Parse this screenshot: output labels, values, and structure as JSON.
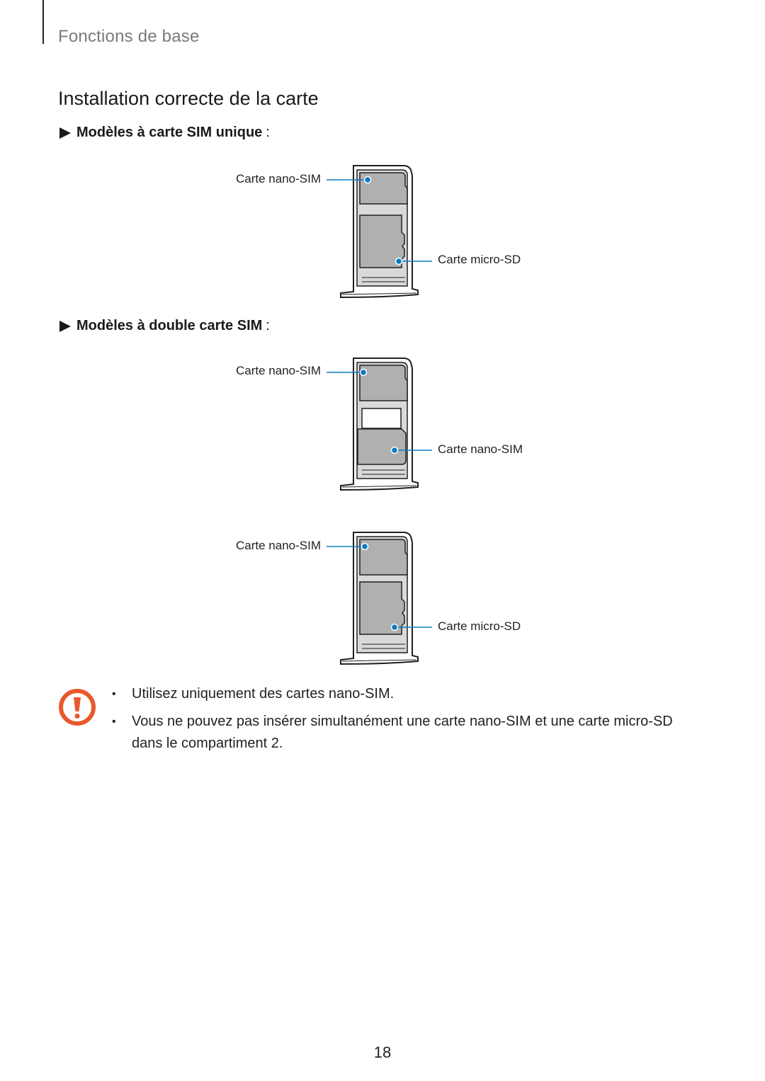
{
  "header": {
    "section": "Fonctions de base"
  },
  "title": "Installation correcte de la carte",
  "single_sim": {
    "heading": "Modèles à carte SIM unique",
    "colon": ":",
    "label_top": "Carte nano-SIM",
    "label_bottom": "Carte micro-SD"
  },
  "dual_sim": {
    "heading": "Modèles à double carte SIM",
    "colon": ":",
    "tray1": {
      "label_top": "Carte nano-SIM",
      "label_bottom": "Carte nano-SIM"
    },
    "tray2": {
      "label_top": "Carte nano-SIM",
      "label_bottom": "Carte micro-SD"
    }
  },
  "notice": {
    "icon": "caution-icon",
    "color": "#e8582c",
    "bullets": [
      "Utilisez uniquement des cartes nano-SIM.",
      "Vous ne pouvez pas insérer simultanément une carte nano-SIM et une carte micro-SD dans le compartiment 2."
    ]
  },
  "leader_color": "#0a7bc2",
  "page_number": "18"
}
